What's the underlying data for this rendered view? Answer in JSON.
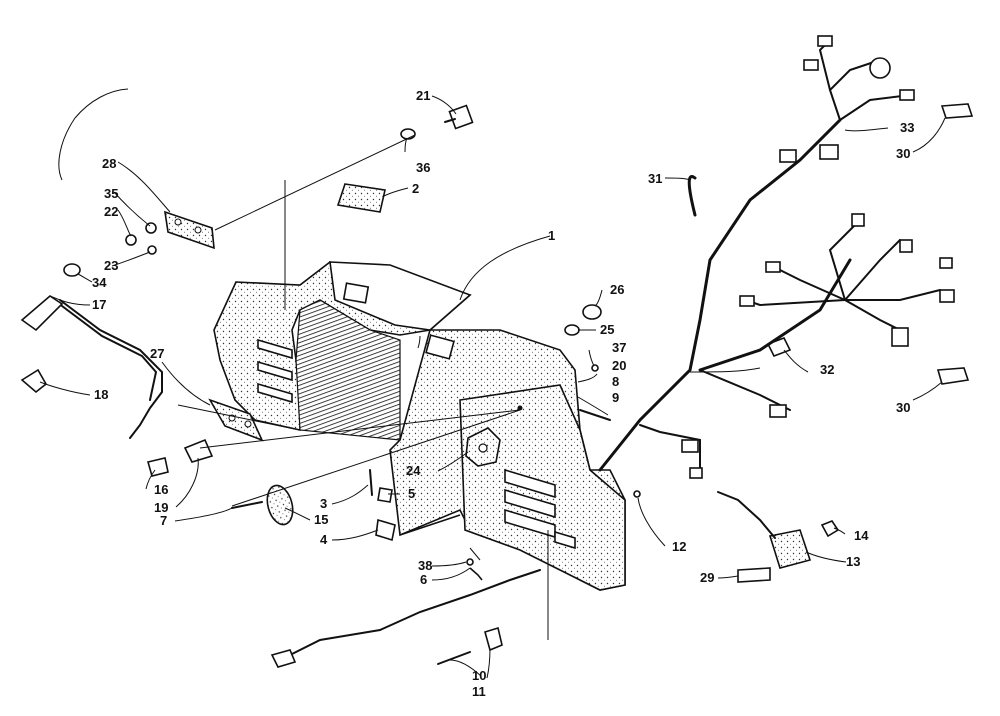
{
  "callouts": [
    {
      "id": "c1",
      "label": "1"
    },
    {
      "id": "c2",
      "label": "2"
    },
    {
      "id": "c3",
      "label": "3"
    },
    {
      "id": "c4",
      "label": "4"
    },
    {
      "id": "c5",
      "label": "5"
    },
    {
      "id": "c6",
      "label": "6"
    },
    {
      "id": "c7",
      "label": "7"
    },
    {
      "id": "c8",
      "label": "8"
    },
    {
      "id": "c9",
      "label": "9"
    },
    {
      "id": "c10",
      "label": "10"
    },
    {
      "id": "c11",
      "label": "11"
    },
    {
      "id": "c12",
      "label": "12"
    },
    {
      "id": "c13",
      "label": "13"
    },
    {
      "id": "c14",
      "label": "14"
    },
    {
      "id": "c15",
      "label": "15"
    },
    {
      "id": "c16",
      "label": "16"
    },
    {
      "id": "c17",
      "label": "17"
    },
    {
      "id": "c18",
      "label": "18"
    },
    {
      "id": "c19",
      "label": "19"
    },
    {
      "id": "c20",
      "label": "20"
    },
    {
      "id": "c21",
      "label": "21"
    },
    {
      "id": "c22",
      "label": "22"
    },
    {
      "id": "c23",
      "label": "23"
    },
    {
      "id": "c24",
      "label": "24"
    },
    {
      "id": "c25",
      "label": "25"
    },
    {
      "id": "c26",
      "label": "26"
    },
    {
      "id": "c27",
      "label": "27"
    },
    {
      "id": "c28",
      "label": "28"
    },
    {
      "id": "c29",
      "label": "29"
    },
    {
      "id": "c30a",
      "label": "30"
    },
    {
      "id": "c30b",
      "label": "30"
    },
    {
      "id": "c31",
      "label": "31"
    },
    {
      "id": "c32",
      "label": "32"
    },
    {
      "id": "c33",
      "label": "33"
    },
    {
      "id": "c34",
      "label": "34"
    },
    {
      "id": "c35",
      "label": "35"
    },
    {
      "id": "c36",
      "label": "36"
    },
    {
      "id": "c37",
      "label": "37"
    },
    {
      "id": "c38",
      "label": "38"
    }
  ]
}
